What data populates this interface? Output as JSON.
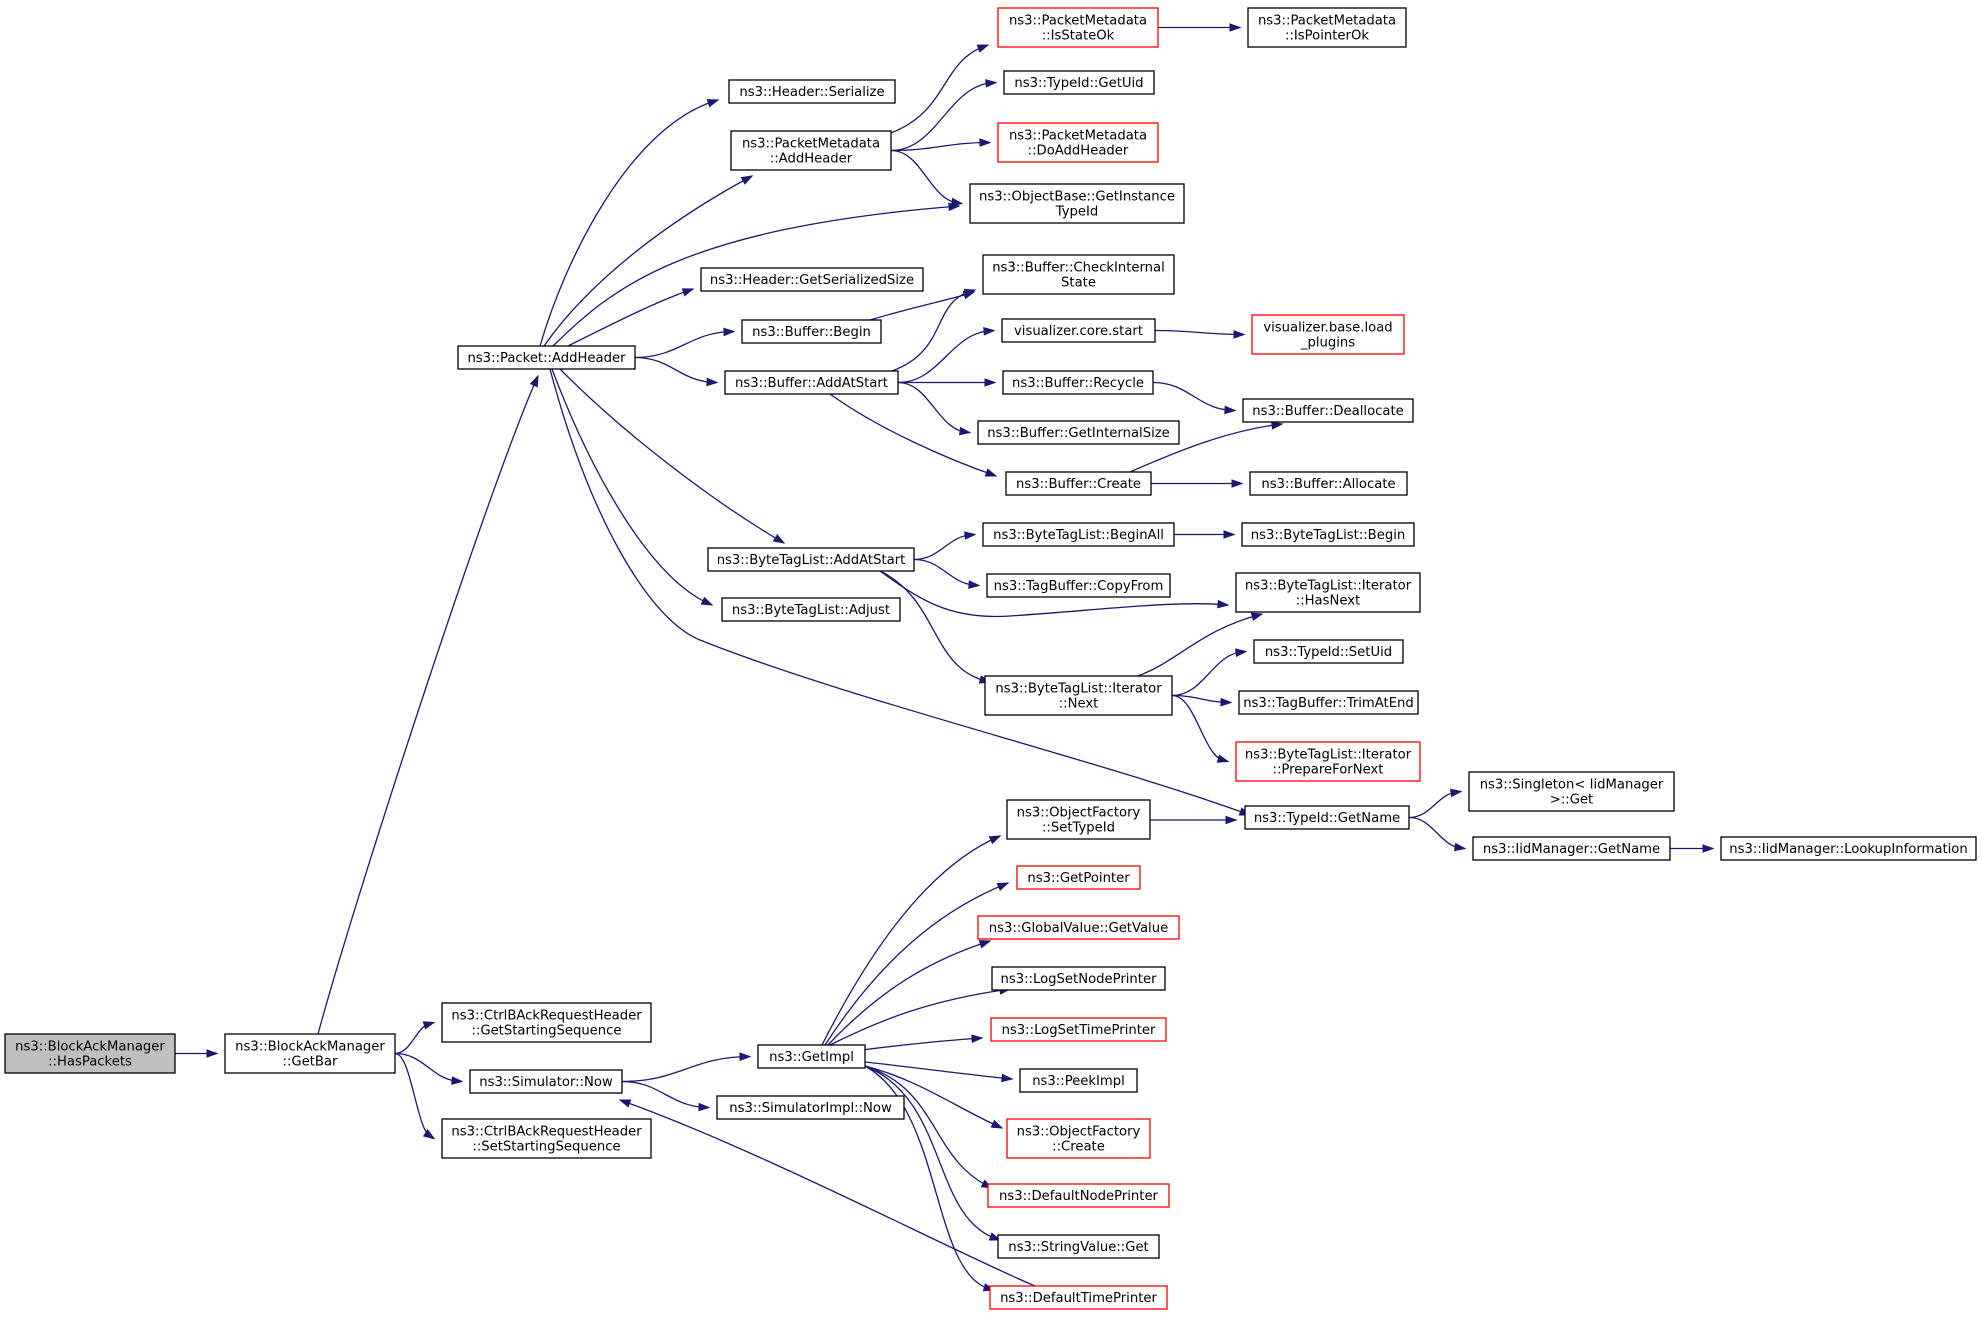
{
  "colors": {
    "edge": "#191970",
    "border_normal": "#000000",
    "border_truncated": "#ff0000",
    "root_fill": "#bfbfbf"
  },
  "nodes": [
    {
      "id": "n0",
      "lines": [
        "ns3::BlockAckManager",
        "::HasPackets"
      ],
      "style": "root"
    },
    {
      "id": "n1",
      "lines": [
        "ns3::BlockAckManager",
        "::GetBar"
      ],
      "style": "normal"
    },
    {
      "id": "n2",
      "lines": [
        "ns3::Packet::AddHeader"
      ],
      "style": "normal"
    },
    {
      "id": "n3",
      "lines": [
        "ns3::CtrlBAckRequestHeader",
        "::GetStartingSequence"
      ],
      "style": "normal"
    },
    {
      "id": "n4",
      "lines": [
        "ns3::Simulator::Now"
      ],
      "style": "normal"
    },
    {
      "id": "n5",
      "lines": [
        "ns3::CtrlBAckRequestHeader",
        "::SetStartingSequence"
      ],
      "style": "normal"
    },
    {
      "id": "n6",
      "lines": [
        "ns3::Header::Serialize"
      ],
      "style": "normal"
    },
    {
      "id": "n7",
      "lines": [
        "ns3::PacketMetadata",
        "::AddHeader"
      ],
      "style": "normal"
    },
    {
      "id": "n8",
      "lines": [
        "ns3::ObjectBase::GetInstance",
        "TypeId"
      ],
      "style": "normal"
    },
    {
      "id": "n9",
      "lines": [
        "ns3::Header::GetSerializedSize"
      ],
      "style": "normal"
    },
    {
      "id": "n10",
      "lines": [
        "ns3::Buffer::Begin"
      ],
      "style": "normal"
    },
    {
      "id": "n11",
      "lines": [
        "ns3::Buffer::AddAtStart"
      ],
      "style": "normal"
    },
    {
      "id": "n12",
      "lines": [
        "ns3::ByteTagList::AddAtStart"
      ],
      "style": "normal"
    },
    {
      "id": "n13",
      "lines": [
        "ns3::ByteTagList::Adjust"
      ],
      "style": "normal"
    },
    {
      "id": "n14",
      "lines": [
        "ns3::TypeId::GetName"
      ],
      "style": "normal"
    },
    {
      "id": "n15",
      "lines": [
        "ns3::PacketMetadata",
        "::IsStateOk"
      ],
      "style": "red"
    },
    {
      "id": "n16",
      "lines": [
        "ns3::TypeId::GetUid"
      ],
      "style": "normal"
    },
    {
      "id": "n17",
      "lines": [
        "ns3::PacketMetadata",
        "::DoAddHeader"
      ],
      "style": "red"
    },
    {
      "id": "n18",
      "lines": [
        "ns3::PacketMetadata",
        "::IsPointerOk"
      ],
      "style": "normal"
    },
    {
      "id": "n19",
      "lines": [
        "ns3::Buffer::CheckInternal",
        "State"
      ],
      "style": "normal"
    },
    {
      "id": "n20",
      "lines": [
        "visualizer.core.start"
      ],
      "style": "normal"
    },
    {
      "id": "n21",
      "lines": [
        "ns3::Buffer::Recycle"
      ],
      "style": "normal"
    },
    {
      "id": "n22",
      "lines": [
        "ns3::Buffer::GetInternalSize"
      ],
      "style": "normal"
    },
    {
      "id": "n23",
      "lines": [
        "ns3::Buffer::Create"
      ],
      "style": "normal"
    },
    {
      "id": "n24",
      "lines": [
        "visualizer.base.load",
        "_plugins"
      ],
      "style": "red"
    },
    {
      "id": "n25",
      "lines": [
        "ns3::Buffer::Deallocate"
      ],
      "style": "normal"
    },
    {
      "id": "n26",
      "lines": [
        "ns3::Buffer::Allocate"
      ],
      "style": "normal"
    },
    {
      "id": "n27",
      "lines": [
        "ns3::ByteTagList::BeginAll"
      ],
      "style": "normal"
    },
    {
      "id": "n28",
      "lines": [
        "ns3::TagBuffer::CopyFrom"
      ],
      "style": "normal"
    },
    {
      "id": "n29",
      "lines": [
        "ns3::ByteTagList::Iterator",
        "::HasNext"
      ],
      "style": "normal"
    },
    {
      "id": "n30",
      "lines": [
        "ns3::ByteTagList::Iterator",
        "::Next"
      ],
      "style": "normal"
    },
    {
      "id": "n31",
      "lines": [
        "ns3::ByteTagList::Begin"
      ],
      "style": "normal"
    },
    {
      "id": "n32",
      "lines": [
        "ns3::TypeId::SetUid"
      ],
      "style": "normal"
    },
    {
      "id": "n33",
      "lines": [
        "ns3::TagBuffer::TrimAtEnd"
      ],
      "style": "normal"
    },
    {
      "id": "n34",
      "lines": [
        "ns3::ByteTagList::Iterator",
        "::PrepareForNext"
      ],
      "style": "red"
    },
    {
      "id": "n35",
      "lines": [
        "ns3::Singleton< IidManager",
        " >::Get"
      ],
      "style": "normal"
    },
    {
      "id": "n36",
      "lines": [
        "ns3::IidManager::GetName"
      ],
      "style": "normal"
    },
    {
      "id": "n37",
      "lines": [
        "ns3::IidManager::LookupInformation"
      ],
      "style": "normal"
    },
    {
      "id": "n38",
      "lines": [
        "ns3::GetImpl"
      ],
      "style": "normal"
    },
    {
      "id": "n39",
      "lines": [
        "ns3::SimulatorImpl::Now"
      ],
      "style": "normal"
    },
    {
      "id": "n40",
      "lines": [
        "ns3::ObjectFactory",
        "::SetTypeId"
      ],
      "style": "normal"
    },
    {
      "id": "n41",
      "lines": [
        "ns3::GetPointer"
      ],
      "style": "red"
    },
    {
      "id": "n42",
      "lines": [
        "ns3::GlobalValue::GetValue"
      ],
      "style": "red"
    },
    {
      "id": "n43",
      "lines": [
        "ns3::LogSetNodePrinter"
      ],
      "style": "normal"
    },
    {
      "id": "n44",
      "lines": [
        "ns3::LogSetTimePrinter"
      ],
      "style": "red"
    },
    {
      "id": "n45",
      "lines": [
        "ns3::PeekImpl"
      ],
      "style": "normal"
    },
    {
      "id": "n46",
      "lines": [
        "ns3::ObjectFactory",
        "::Create"
      ],
      "style": "red"
    },
    {
      "id": "n47",
      "lines": [
        "ns3::DefaultNodePrinter"
      ],
      "style": "red"
    },
    {
      "id": "n48",
      "lines": [
        "ns3::StringValue::Get"
      ],
      "style": "normal"
    },
    {
      "id": "n49",
      "lines": [
        "ns3::DefaultTimePrinter"
      ],
      "style": "red"
    }
  ],
  "edges": [
    {
      "from": "n0",
      "to": "n1"
    },
    {
      "from": "n1",
      "to": "n2"
    },
    {
      "from": "n1",
      "to": "n3"
    },
    {
      "from": "n1",
      "to": "n4"
    },
    {
      "from": "n1",
      "to": "n5"
    },
    {
      "from": "n2",
      "to": "n6"
    },
    {
      "from": "n2",
      "to": "n7"
    },
    {
      "from": "n2",
      "to": "n8"
    },
    {
      "from": "n2",
      "to": "n9"
    },
    {
      "from": "n2",
      "to": "n10"
    },
    {
      "from": "n2",
      "to": "n11"
    },
    {
      "from": "n2",
      "to": "n12"
    },
    {
      "from": "n2",
      "to": "n13"
    },
    {
      "from": "n2",
      "to": "n14"
    },
    {
      "from": "n7",
      "to": "n15"
    },
    {
      "from": "n7",
      "to": "n16"
    },
    {
      "from": "n7",
      "to": "n17"
    },
    {
      "from": "n7",
      "to": "n8"
    },
    {
      "from": "n15",
      "to": "n18"
    },
    {
      "from": "n10",
      "to": "n19"
    },
    {
      "from": "n11",
      "to": "n19"
    },
    {
      "from": "n11",
      "to": "n20"
    },
    {
      "from": "n11",
      "to": "n21"
    },
    {
      "from": "n11",
      "to": "n22"
    },
    {
      "from": "n11",
      "to": "n23"
    },
    {
      "from": "n20",
      "to": "n24"
    },
    {
      "from": "n21",
      "to": "n25"
    },
    {
      "from": "n23",
      "to": "n25"
    },
    {
      "from": "n23",
      "to": "n26"
    },
    {
      "from": "n12",
      "to": "n27"
    },
    {
      "from": "n12",
      "to": "n28"
    },
    {
      "from": "n12",
      "to": "n29"
    },
    {
      "from": "n12",
      "to": "n30"
    },
    {
      "from": "n27",
      "to": "n31"
    },
    {
      "from": "n30",
      "to": "n29"
    },
    {
      "from": "n30",
      "to": "n32"
    },
    {
      "from": "n30",
      "to": "n33"
    },
    {
      "from": "n30",
      "to": "n34"
    },
    {
      "from": "n14",
      "to": "n35"
    },
    {
      "from": "n14",
      "to": "n36"
    },
    {
      "from": "n36",
      "to": "n37"
    },
    {
      "from": "n4",
      "to": "n38"
    },
    {
      "from": "n4",
      "to": "n39"
    },
    {
      "from": "n38",
      "to": "n40"
    },
    {
      "from": "n38",
      "to": "n41"
    },
    {
      "from": "n38",
      "to": "n42"
    },
    {
      "from": "n38",
      "to": "n43"
    },
    {
      "from": "n38",
      "to": "n44"
    },
    {
      "from": "n38",
      "to": "n45"
    },
    {
      "from": "n38",
      "to": "n46"
    },
    {
      "from": "n38",
      "to": "n47"
    },
    {
      "from": "n38",
      "to": "n48"
    },
    {
      "from": "n38",
      "to": "n49"
    },
    {
      "from": "n40",
      "to": "n14"
    },
    {
      "from": "n49",
      "to": "n4"
    }
  ]
}
